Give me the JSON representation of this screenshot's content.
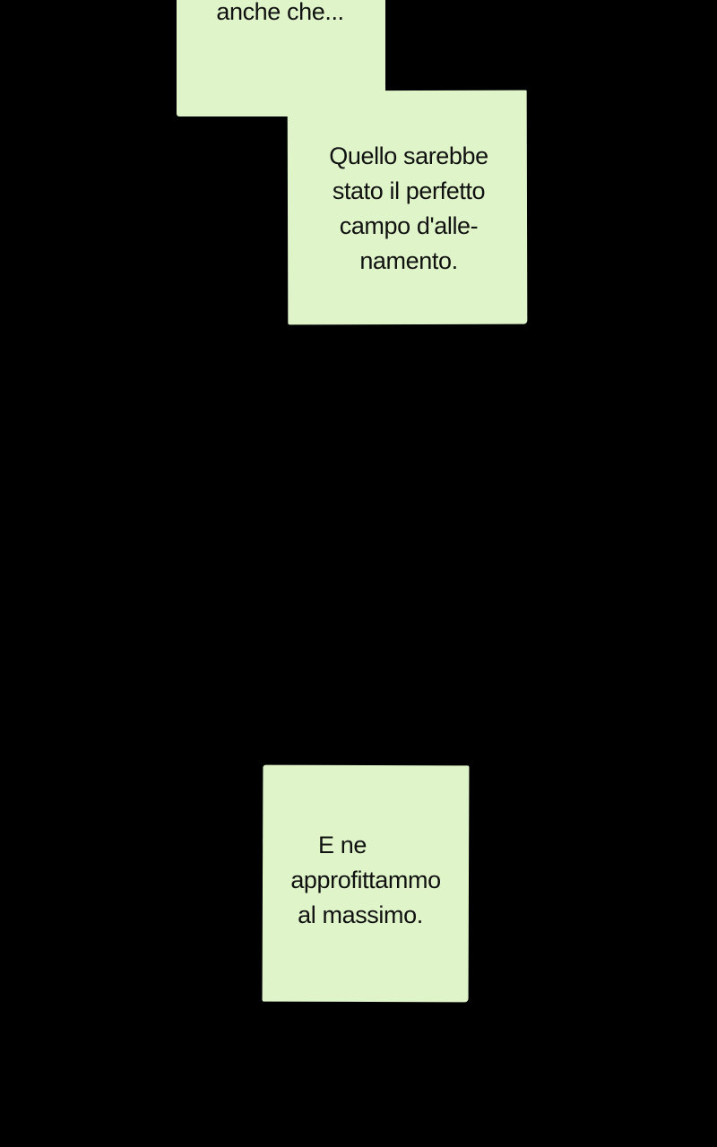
{
  "captions": [
    {
      "lines": [
        "anche che..."
      ]
    },
    {
      "lines": [
        "Quello sarebbe",
        "stato il perfetto",
        "campo d'alle-",
        "namento."
      ]
    },
    {
      "lines": [
        "E ne",
        "approfittammo",
        "al massimo."
      ]
    }
  ],
  "colors": {
    "background": "#000000",
    "caption_fill": "#dff5c9",
    "caption_text": "#111111"
  }
}
